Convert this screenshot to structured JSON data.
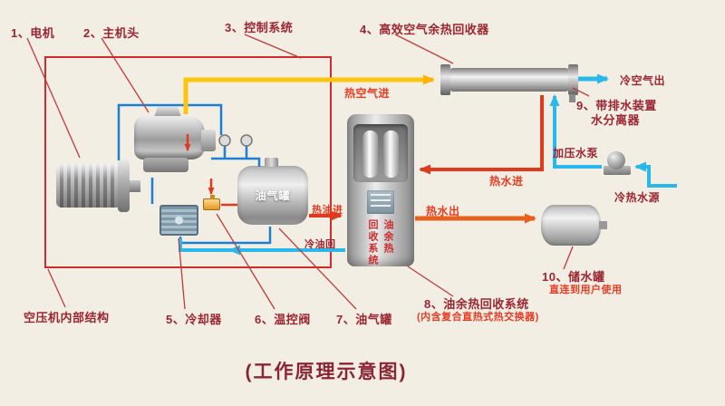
{
  "title": "(工作原理示意图)",
  "colors": {
    "bg": "#f2eee3",
    "label_maroon": "#9b2531",
    "bright_red": "#e83b22",
    "pipe_yellow": "#ffc40c",
    "pipe_cyan": "#2ab8ec",
    "pipe_red": "#e03a1e",
    "pipe_orange": "#e8611c",
    "pipe_blue": "#1d7fd4",
    "outline_red": "#d02c2c"
  },
  "callouts": {
    "n1": "1、电机",
    "n2": "2、主机头",
    "n3": "3、控制系统",
    "n4": "4、高效空气余热回收器",
    "n5": "5、冷却器",
    "n6": "6、温控阀",
    "n7": "7、油气罐",
    "n8_line1": "8、油余热回收系统",
    "n8_line2": "(内含复合直热式热交换器)",
    "n9_line1": "9、带排水装置",
    "n9_line2": "水分离器",
    "n10_line1": "10、储水罐",
    "n10_line2": "直连到用户使用",
    "internal_structure": "空压机内部结构"
  },
  "flows": {
    "hot_air_in": "热空气进",
    "cold_air_out": "冷空气出",
    "pressure_pump": "加压水泵",
    "water_source": "冷热水源",
    "hot_water_in": "热水进",
    "hot_water_out": "热水出",
    "hot_oil_in": "热油进",
    "cold_oil_return": "冷油回"
  },
  "equipment": {
    "oil_gas_tank_label": "油气罐",
    "recovery_vertical_right": "油余热",
    "recovery_vertical_left": "回收系统"
  }
}
